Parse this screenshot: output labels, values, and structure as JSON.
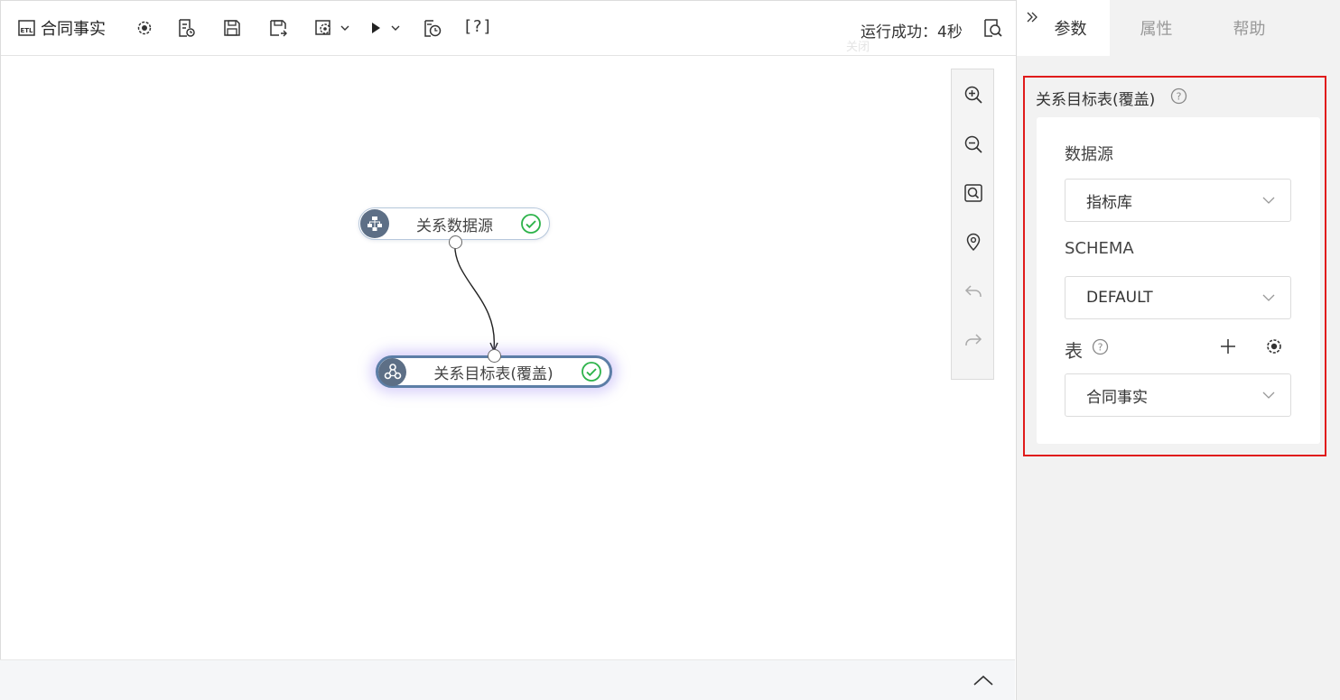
{
  "toolbar": {
    "title": "合同事实",
    "help_label": "[?]",
    "status_text": "运行成功：4秒",
    "status_ghost": "关闭"
  },
  "canvas": {
    "nodes": [
      {
        "label": "关系数据源",
        "status": "success"
      },
      {
        "label": "关系目标表(覆盖)",
        "status": "success",
        "selected": true
      }
    ]
  },
  "right_panel": {
    "tabs": [
      {
        "label": "参数",
        "active": true
      },
      {
        "label": "属性",
        "active": false
      },
      {
        "label": "帮助",
        "active": false
      }
    ],
    "section_title": "关系目标表(覆盖)",
    "fields": {
      "datasource_label": "数据源",
      "datasource_value": "指标库",
      "schema_label": "SCHEMA",
      "schema_value": "DEFAULT",
      "table_label": "表",
      "table_value": "合同事实"
    }
  },
  "colors": {
    "highlight_border": "#e01b1b",
    "success_green": "#2db34a",
    "node_icon_bg": "#5d6f86",
    "selected_node_border": "#5c7ea6"
  }
}
